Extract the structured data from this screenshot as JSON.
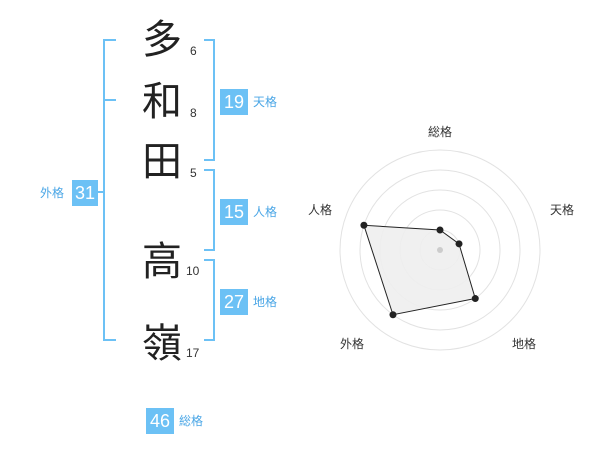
{
  "name": {
    "characters": [
      {
        "char": "多",
        "strokes": "6"
      },
      {
        "char": "和",
        "strokes": "8"
      },
      {
        "char": "田",
        "strokes": "5"
      },
      {
        "char": "高",
        "strokes": "10"
      },
      {
        "char": "嶺",
        "strokes": "17"
      }
    ]
  },
  "fortunes": {
    "tenkaku": {
      "value": "19",
      "label": "天格"
    },
    "jinkaku": {
      "value": "15",
      "label": "人格"
    },
    "chikaku": {
      "value": "27",
      "label": "地格"
    },
    "gaikaku": {
      "value": "31",
      "label": "外格"
    },
    "soukaku": {
      "value": "46",
      "label": "総格"
    }
  },
  "colors": {
    "accent": "#6cc1f5",
    "accent_text": "#4aa6e6",
    "radar_ring": "#e2e2e2",
    "radar_fill": "#eeeeee",
    "radar_line": "#222222"
  },
  "chart_data": {
    "type": "radar",
    "axes": [
      "総格",
      "天格",
      "地格",
      "外格",
      "人格"
    ],
    "values": [
      1,
      1,
      3,
      4,
      4
    ],
    "rmax": 5,
    "rings": 5
  }
}
